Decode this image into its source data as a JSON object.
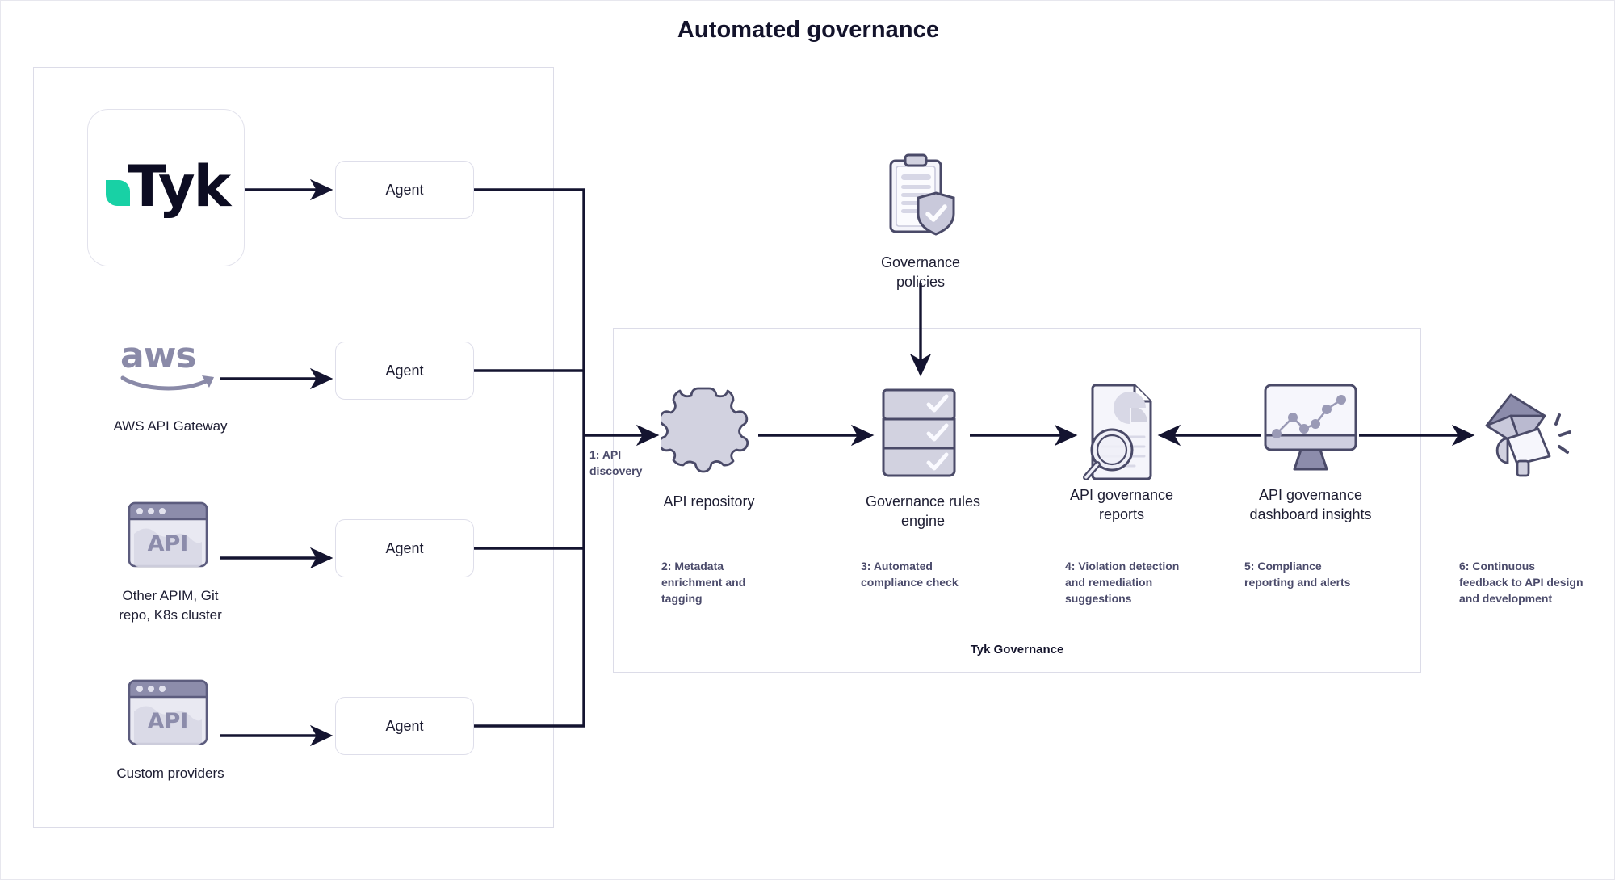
{
  "title": "Automated governance",
  "colors": {
    "title": "#13132b",
    "tyk_teal": "#18d1a5",
    "tyk_navy": "#0c0c22",
    "icon_fill": "#d2d2e0",
    "icon_stroke": "#4a4a68",
    "wire": "#141430",
    "frame_border": "#dcdce8",
    "step_text": "#4b4b6b",
    "caption_text": "#1d1d32"
  },
  "sources_group": {
    "items": [
      {
        "icon": "tyk-logo-icon",
        "logo_text": "Tyk",
        "caption": "",
        "agent_label": "Agent"
      },
      {
        "icon": "aws-logo-icon",
        "logo_text": "aws",
        "caption": "AWS API Gateway",
        "agent_label": "Agent"
      },
      {
        "icon": "api-window-icon",
        "logo_text": "API",
        "caption": "Other APIM, Git\nrepo, K8s cluster",
        "agent_label": "Agent"
      },
      {
        "icon": "api-window-icon",
        "logo_text": "API",
        "caption": "Custom providers",
        "agent_label": "Agent"
      }
    ],
    "captions": {
      "aws": "AWS API Gateway",
      "other_apim_line1": "Other APIM, Git",
      "other_apim_line2": "repo, K8s cluster",
      "custom": "Custom providers"
    },
    "agent_label": "Agent"
  },
  "governance_policies": {
    "icon": "clipboard-shield-icon",
    "caption_line1": "Governance",
    "caption_line2": "policies"
  },
  "governance_group": {
    "label": "Tyk Governance"
  },
  "steps": {
    "step1": "1: API\ndiscovery",
    "step1_line1": "1: API",
    "step1_line2": "discovery",
    "step2_line1": "2: Metadata",
    "step2_line2": "enrichment and",
    "step2_line3": "tagging",
    "step3_line1": "3: Automated",
    "step3_line2": "compliance check",
    "step4_line1": "4: Violation detection",
    "step4_line2": "and remediation",
    "step4_line3": "suggestions",
    "step5_line1": "5: Compliance",
    "step5_line2": "reporting and alerts",
    "step6_line1": "6: Continuous",
    "step6_line2": "feedback to API design",
    "step6_line3": "and development"
  },
  "pipeline": {
    "nodes": [
      {
        "icon": "gear-icon",
        "caption_line1": "API repository",
        "caption_line2": ""
      },
      {
        "icon": "rules-stack-icon",
        "caption_line1": "Governance rules",
        "caption_line2": "engine"
      },
      {
        "icon": "report-magnifier-icon",
        "caption_line1": "API governance",
        "caption_line2": "reports"
      },
      {
        "icon": "monitor-chart-icon",
        "caption_line1": "API governance",
        "caption_line2": "dashboard insights"
      },
      {
        "icon": "megaphone-envelope-icon",
        "caption_line1": "",
        "caption_line2": ""
      }
    ],
    "captions": {
      "repo": "API repository",
      "rules_l1": "Governance rules",
      "rules_l2": "engine",
      "reports_l1": "API governance",
      "reports_l2": "reports",
      "dash_l1": "API governance",
      "dash_l2": "dashboard insights"
    }
  }
}
